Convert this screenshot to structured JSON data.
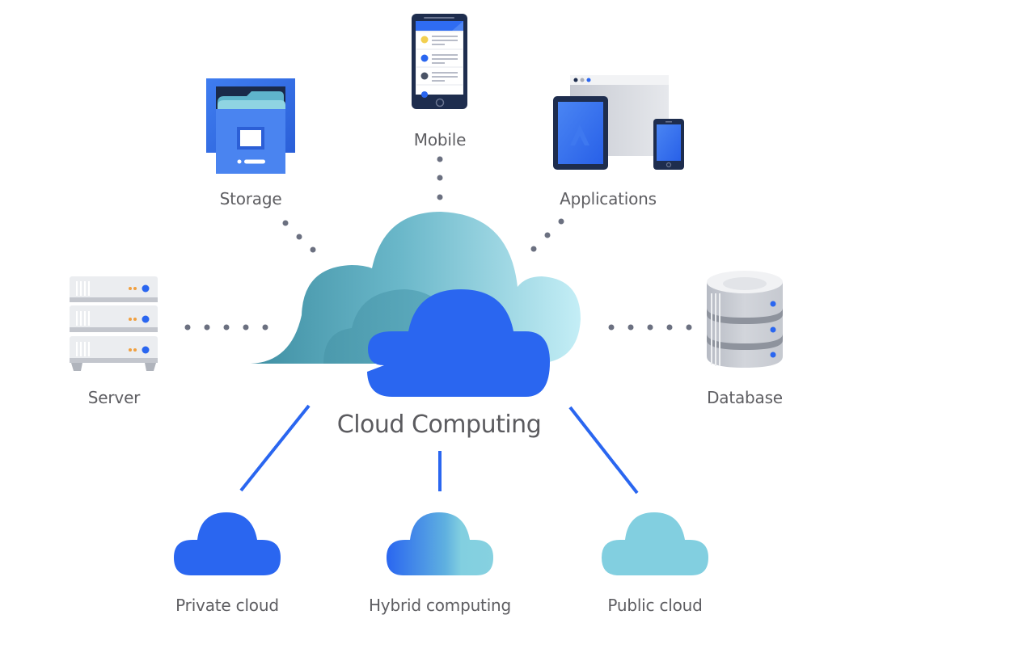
{
  "diagram": {
    "title": "Cloud Computing",
    "center_icon": "cloud-cluster-icon",
    "top_nodes": [
      {
        "id": "storage",
        "label": "Storage",
        "icon": "file-cabinet-icon"
      },
      {
        "id": "mobile",
        "label": "Mobile",
        "icon": "smartphone-icon"
      },
      {
        "id": "applications",
        "label": "Applications",
        "icon": "devices-icon"
      }
    ],
    "side_nodes": [
      {
        "id": "server",
        "label": "Server",
        "icon": "server-rack-icon"
      },
      {
        "id": "database",
        "label": "Database",
        "icon": "database-icon"
      }
    ],
    "bottom_nodes": [
      {
        "id": "private",
        "label": "Private cloud",
        "icon": "cloud-icon",
        "color": "#2a66f0"
      },
      {
        "id": "hybrid",
        "label": "Hybrid computing",
        "icon": "cloud-icon",
        "color_from": "#2a66f0",
        "color_to": "#82cfe0"
      },
      {
        "id": "public",
        "label": "Public cloud",
        "icon": "cloud-icon",
        "color": "#82cfe0"
      }
    ],
    "connectors": {
      "top_and_side": "dotted",
      "bottom": "solid",
      "dot_color": "#6b7080",
      "line_color": "#2a66f0"
    }
  }
}
